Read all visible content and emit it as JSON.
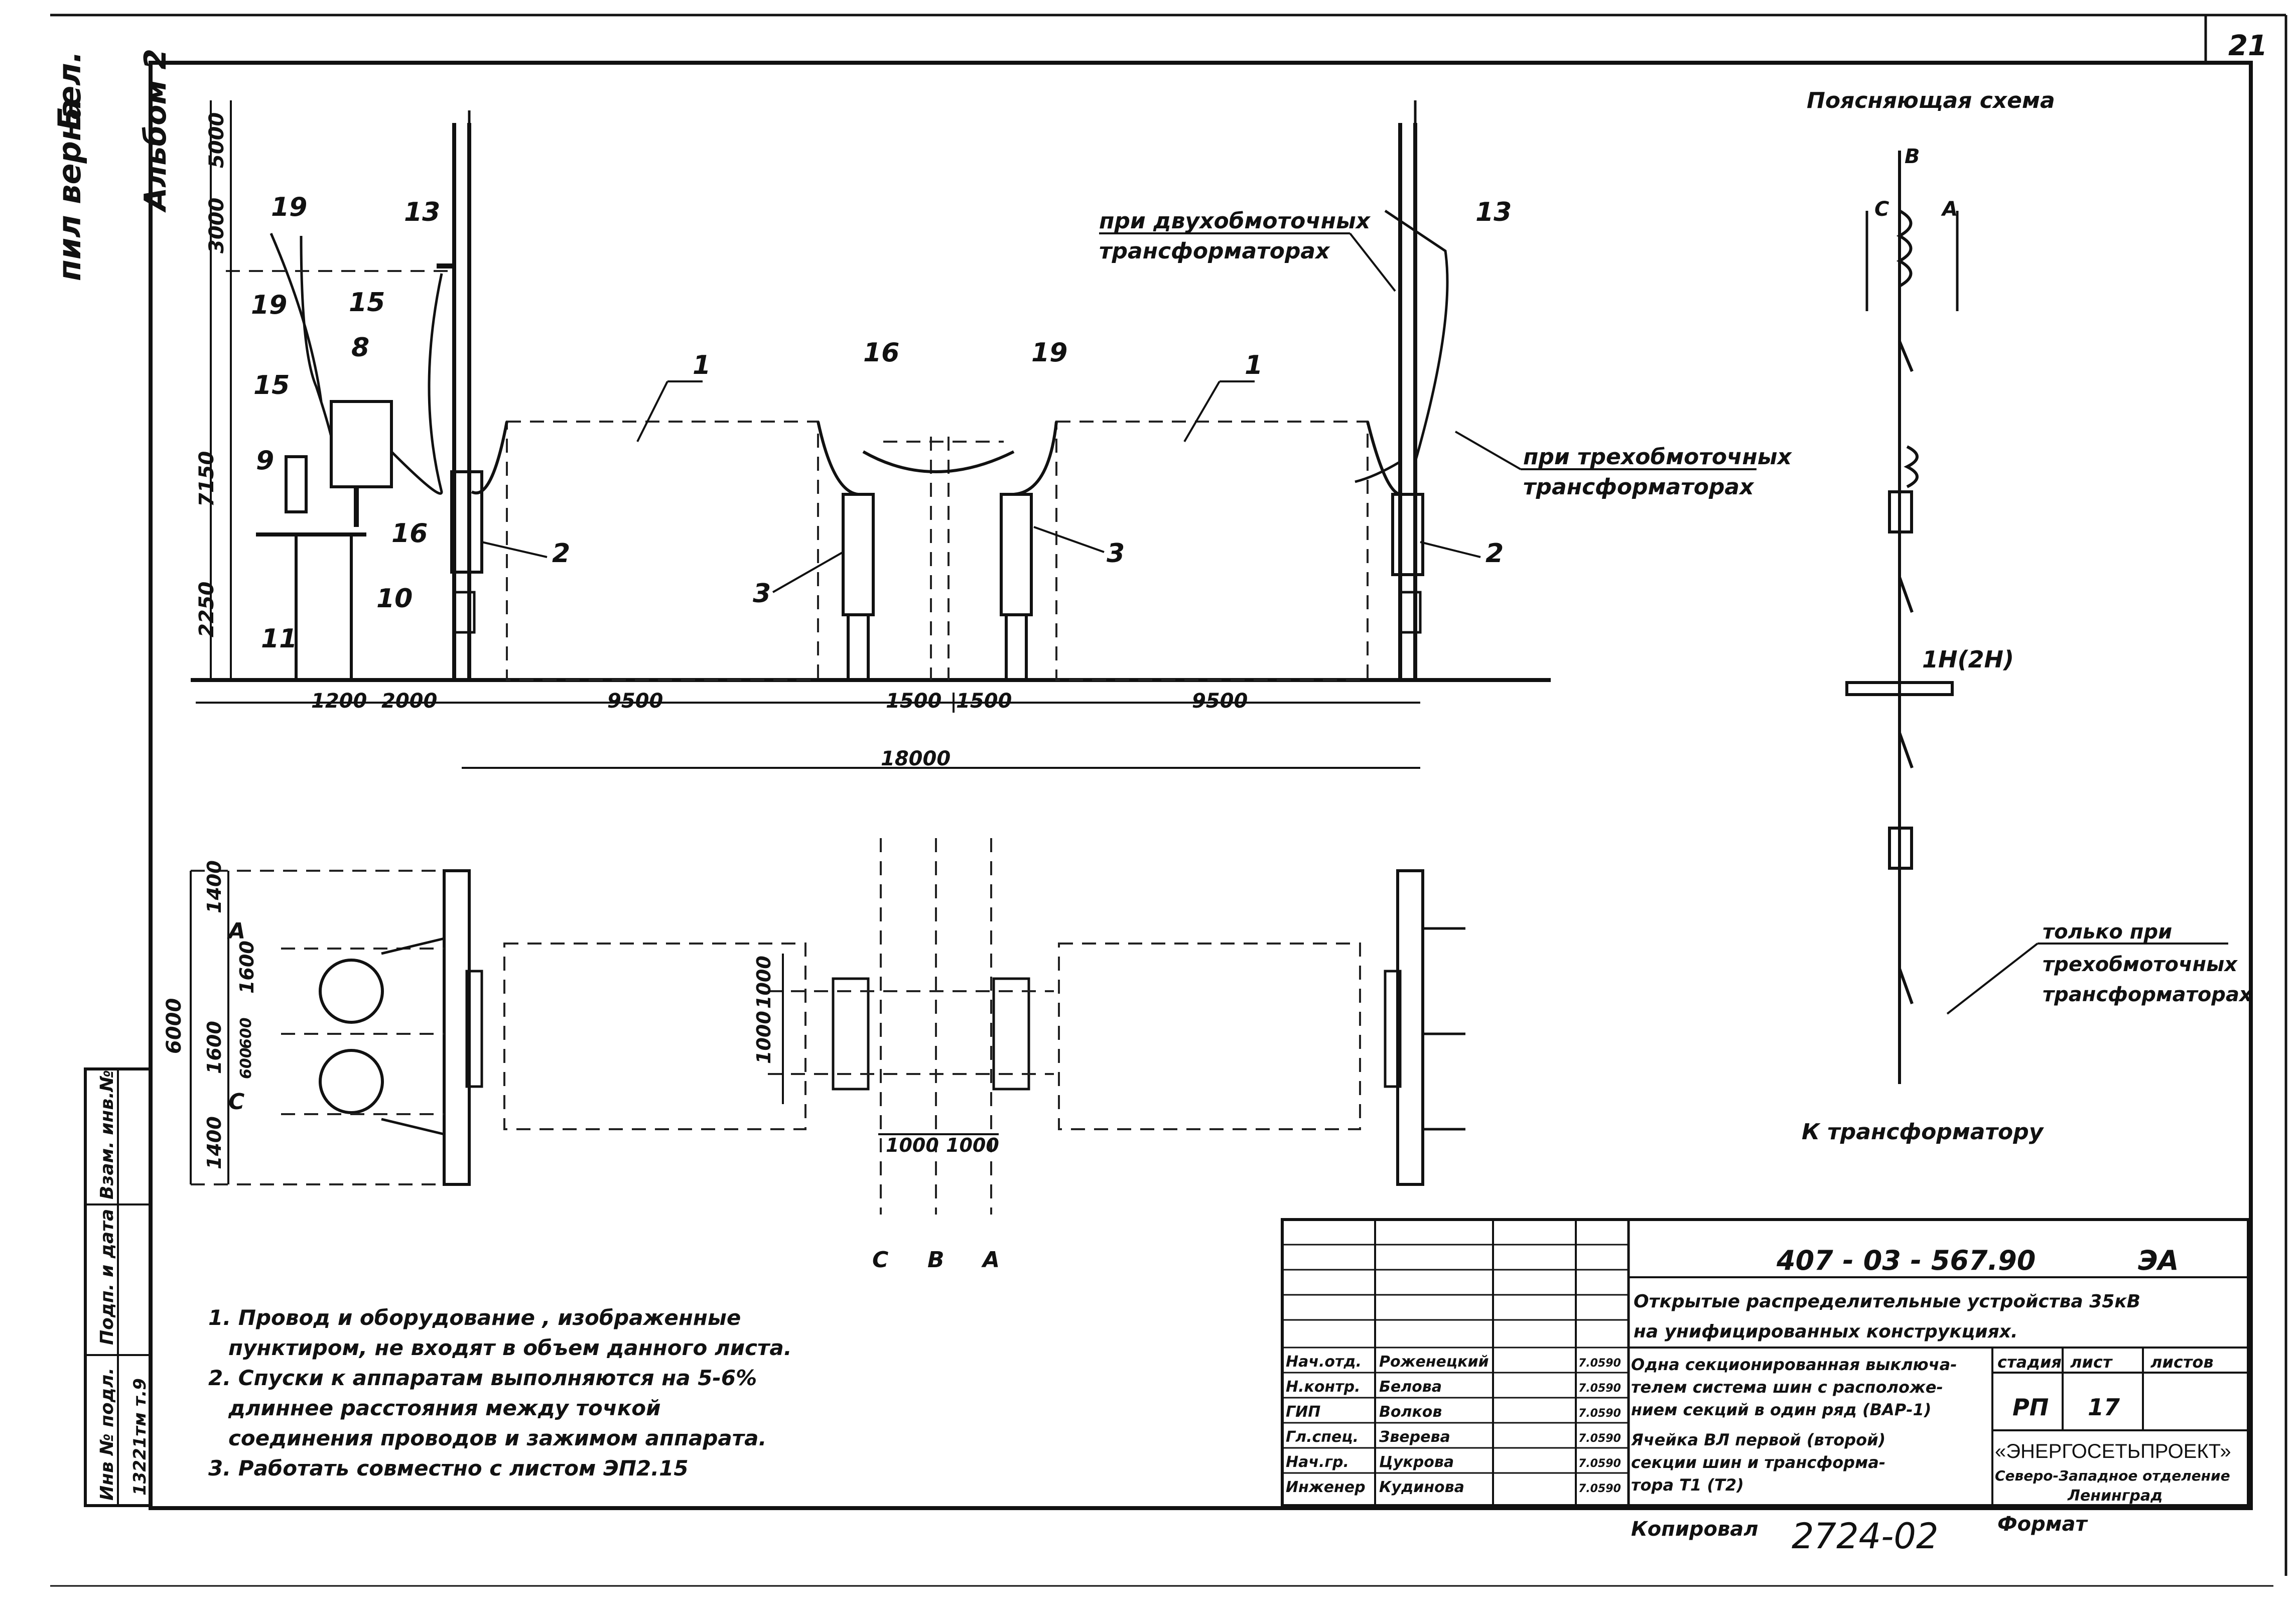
{
  "sheet": {
    "number": "21",
    "album": "Альбом 2",
    "copied": "Копировал",
    "format": "Формат",
    "code_hand": "2724-02",
    "side_note": "пил верна",
    "side_signature": "Бел."
  },
  "stamps": {
    "inv_no": "Инв № подл.",
    "sign_date": "Подп. и дата",
    "vzam": "Взам. инв.№",
    "inv_value": "13221тм т.9"
  },
  "elevation": {
    "labels": {
      "1a": "1",
      "1b": "1",
      "2a": "2",
      "2b": "2",
      "3a": "3",
      "3b": "3",
      "8": "8",
      "9": "9",
      "10": "10",
      "11": "11",
      "13a": "13",
      "13b": "13",
      "15a": "15",
      "15b": "15",
      "16a": "16",
      "16b": "16",
      "19a": "19",
      "19b": "19",
      "19c": "19"
    },
    "notes": {
      "two_winding_1": "при двухобмоточных",
      "two_winding_2": "трансформаторах",
      "three_winding_1": "при трехобмоточных",
      "three_winding_2": "трансформаторах"
    },
    "dims": {
      "d5000": "5000",
      "d3000": "3000",
      "d7150": "7150",
      "d2250": "2250",
      "d1200": "1200",
      "d2000": "2000",
      "d9500a": "9500",
      "d1500a": "1500",
      "d1500b": "1500",
      "d9500b": "9500",
      "d18000": "18000"
    }
  },
  "plan": {
    "dims": {
      "d1400a": "1400",
      "d1600a": "1600",
      "d1600b": "1600",
      "d1400b": "1400",
      "d6000": "6000",
      "d600": "600",
      "d600b": "600",
      "d1000a": "1000",
      "d1000b": "1000",
      "d1000c": "1000",
      "d1000d": "1000"
    },
    "phases": {
      "a": "А",
      "c": "С",
      "c_bot": "С",
      "b_bot": "В",
      "a_bot": "А"
    }
  },
  "scheme": {
    "title": "Поясняющая схема",
    "labels": {
      "b": "В",
      "c": "С",
      "a": "А",
      "bus": "1Н(2Н)"
    },
    "note_1": "только при",
    "note_2": "трехобмоточных",
    "note_3": "трансформаторах",
    "bottom": "К трансформатору"
  },
  "notes": [
    "1. Провод и оборудование , изображенные",
    "пунктиром, не входят в объем данного листа.",
    "2. Спуски к аппаратам выполняются на 5-6%",
    "длиннее расстояния между точкой",
    "соединения проводов и зажимом аппарата.",
    "3. Работать совместно с листом ЭП2.15"
  ],
  "title_block": {
    "code": "407 - 03 - 567.90",
    "mark": "ЭА",
    "object_1": "Открытые распределительные устройства 35кВ",
    "object_2": "на унифицированных конструкциях.",
    "sheet_title_1": "Одна секционированная выключа-",
    "sheet_title_2": "телем система шин с расположе-",
    "sheet_title_3": "нием секций в один ряд (ВАР-1)",
    "sheet_title_4": "Ячейка ВЛ первой (второй)",
    "sheet_title_5": "секции шин и трансформа-",
    "sheet_title_6": "тора Т1 (Т2)",
    "stage_h": "стадия",
    "sheet_h": "лист",
    "sheets_h": "листов",
    "stage": "РП",
    "sheet_no": "17",
    "company_1": "«ЭНЕРГОСЕТЬПРОЕКТ»",
    "company_2": "Северо-Западное отделение",
    "company_3": "Ленинград",
    "rows": [
      {
        "role": "Нач.отд.",
        "name": "Роженецкий",
        "date": "7.0590"
      },
      {
        "role": "Н.контр.",
        "name": "Белова",
        "date": "7.0590"
      },
      {
        "role": "ГИП",
        "name": "Волков",
        "date": "7.0590"
      },
      {
        "role": "Гл.спец.",
        "name": "Зверева",
        "date": "7.0590"
      },
      {
        "role": "Нач.гр.",
        "name": "Цукрова",
        "date": "7.0590"
      },
      {
        "role": "Инженер",
        "name": "Кудинова",
        "date": "7.0590"
      }
    ]
  }
}
